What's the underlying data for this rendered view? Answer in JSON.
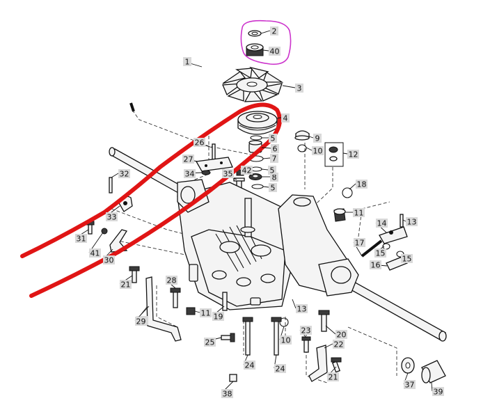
{
  "labels": [
    "1",
    "2",
    "40",
    "3",
    "4",
    "5",
    "6",
    "7",
    "8",
    "9",
    "10",
    "12",
    "26",
    "27",
    "34",
    "32",
    "42",
    "35",
    "18",
    "33",
    "11",
    "14",
    "13",
    "17",
    "15",
    "16",
    "31",
    "41",
    "30",
    "21",
    "28",
    "29",
    "19",
    "20",
    "23",
    "22",
    "25",
    "24",
    "37",
    "39",
    "38"
  ],
  "annotation_colors": {
    "highlight_circle": "#cc33cc",
    "belt_route": "#e01515"
  }
}
